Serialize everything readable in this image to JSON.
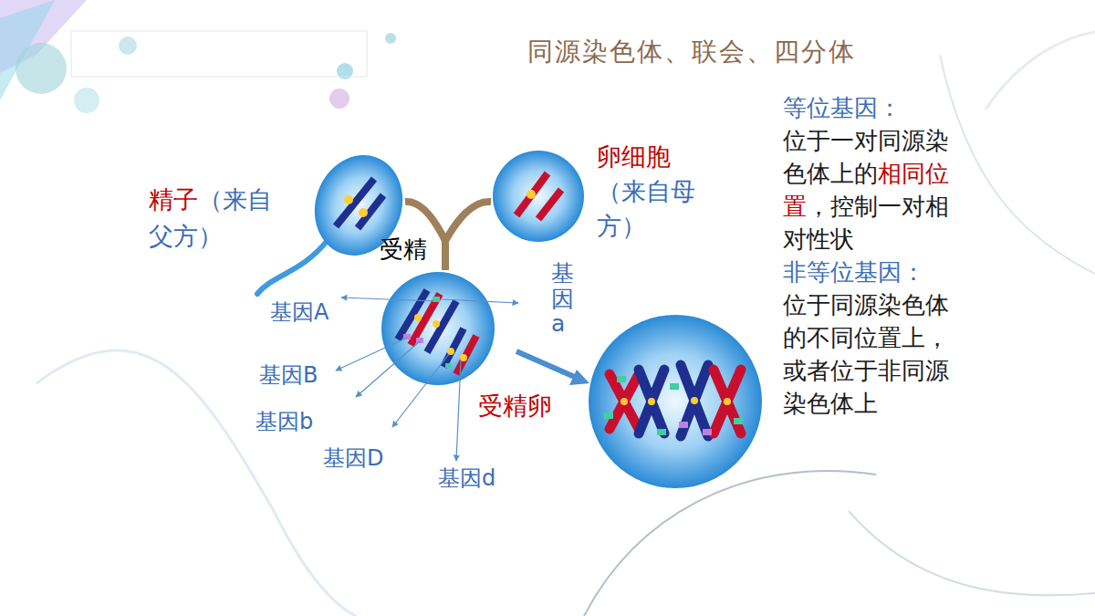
{
  "diagram": {
    "title": "同源染色体、联会、四分体",
    "nodes": [
      {
        "text": [
          "精子",
          "（来自父方）"
        ]
      },
      {
        "text": [
          "卵细胞",
          "（来自母方）"
        ]
      },
      {
        "text": [
          "受精卵"
        ]
      }
    ],
    "edges": [
      {
        "from": 0,
        "to": 2,
        "arrow": "none",
        "label": "受精"
      },
      {
        "from": 1,
        "to": 2,
        "arrow": "none"
      }
    ],
    "labels": [
      "基因A",
      "基因a",
      "基因B",
      "基因b",
      "基因D",
      "基因d",
      "等位基因：",
      "位于一对同源染色体上的",
      "相同位置",
      "，控制一对相对性状",
      "非等位基因：",
      "位于同源染色体的不同位置上，或者位于非同源染色体上"
    ]
  }
}
